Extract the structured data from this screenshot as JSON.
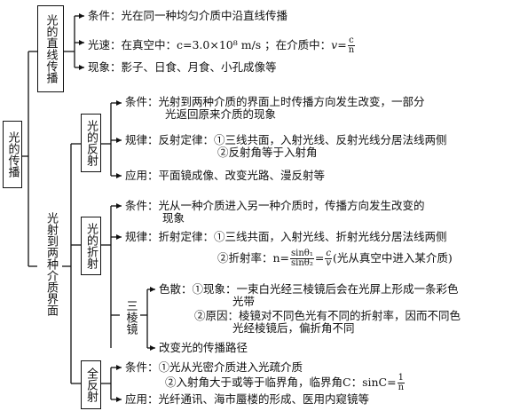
{
  "root": "光的传播",
  "branches": {
    "straight": {
      "label": "光的直线传播",
      "condition": "条件：光在同一种均匀介质中沿直线传播",
      "speed_prefix": "光速：在真空中：c=3.0×10⁸ m/s ；在介质中：",
      "speed_formula_lhs": "v=",
      "speed_formula_num": "c",
      "speed_formula_den": "n",
      "phenomena": "现象：影子、日食、月食、小孔成像等"
    },
    "interface": {
      "label": "光射到两种介质界面",
      "reflection": {
        "label": "光的反射",
        "condition_line1": "条件：光射到两种介质的界面上时传播方向发生改变，一部分",
        "condition_line2": "光返回原来介质的现象",
        "law_line1": "规律：反射定律：①三线共面，入射光线、反射光线分居法线两侧",
        "law_line2": "②反射角等于入射角",
        "application": "应用：平面镜成像、改变光路、漫反射等"
      },
      "refraction": {
        "label": "光的折射",
        "condition_line1": "条件：光从一种介质进入另一种介质时，传播方向发生改变的",
        "condition_line2": "现象",
        "law_line1": "规律：折射定律：①三线共面，入射光线、折射光线分居法线两侧",
        "law_line2_prefix": "②折射率：n=",
        "law_line2_num": "sinθ₁",
        "law_line2_den": "sinθ₂",
        "law_line2_eq": "=",
        "law_line2_num2": "c",
        "law_line2_den2": "v",
        "law_line2_suffix": "(光从真空中进入某介质)",
        "prism": {
          "label": "三棱镜",
          "dispersion_line1": "色散：①现象：一束白光经三棱镜后会在光屏上形成一条彩色",
          "dispersion_line2": "光带",
          "dispersion_line3": "②原因：棱镜对不同色光有不同的折射率，因而不同色",
          "dispersion_line4": "光经棱镜后，偏折角不同",
          "change_path": "改变光的传播路径"
        }
      },
      "total_reflection": {
        "label": "全反射",
        "condition_line1": "条件：①光从光密介质进入光疏介质",
        "condition_line2": "②入射角大于或等于临界角，临界角C：sinC=",
        "condition_num": "1",
        "condition_den": "n",
        "application": "应用：光纤通讯、海市蜃楼的形成、医用内窥镜等"
      }
    }
  }
}
